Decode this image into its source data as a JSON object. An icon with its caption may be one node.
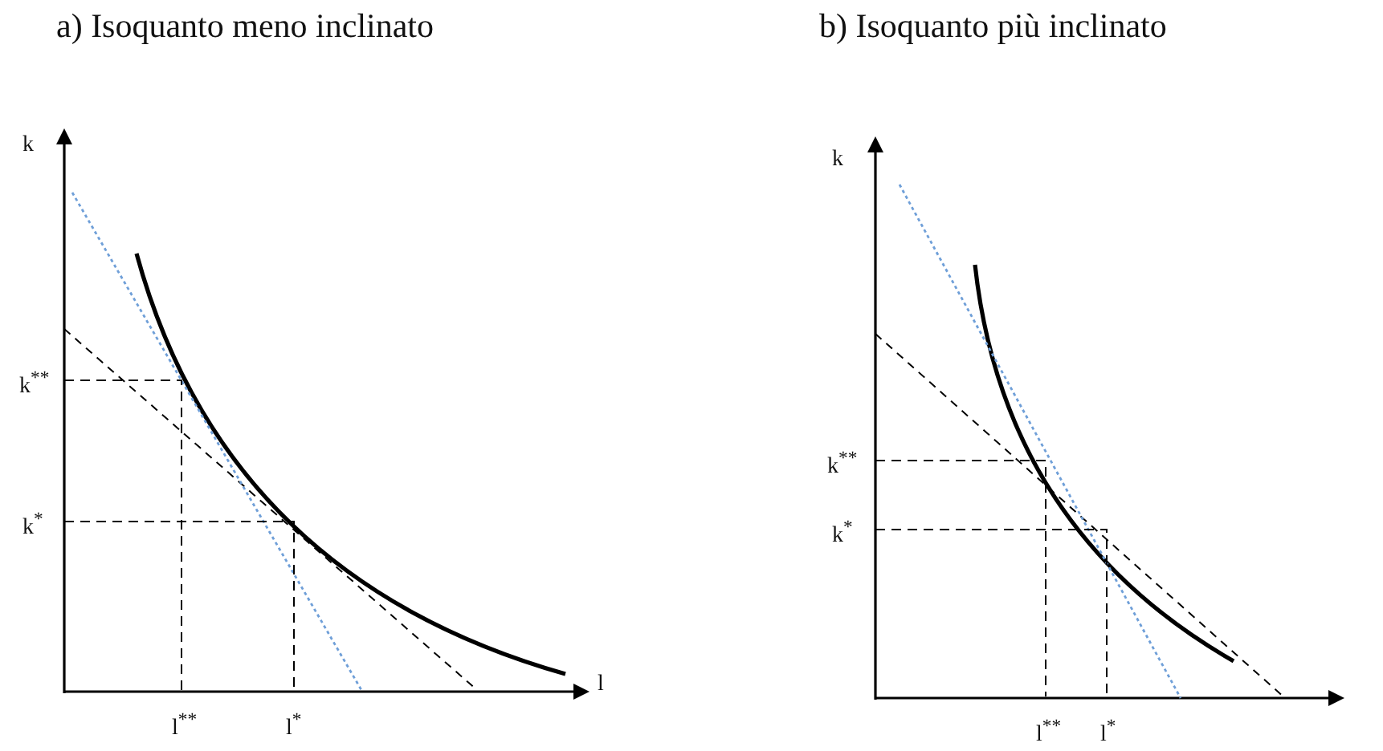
{
  "diagram": {
    "labels": [
      "a) Isoquanto meno inclinato",
      "b) Isoquanto più inclinato",
      "k",
      "k$^{**}$",
      "k$^{*}$",
      "l$^{**}$",
      "l$^{*}$",
      "l",
      "k",
      "k$^{**}$",
      "k$^{*}$",
      "l$^{**}$",
      "l$^{*}$"
    ]
  }
}
